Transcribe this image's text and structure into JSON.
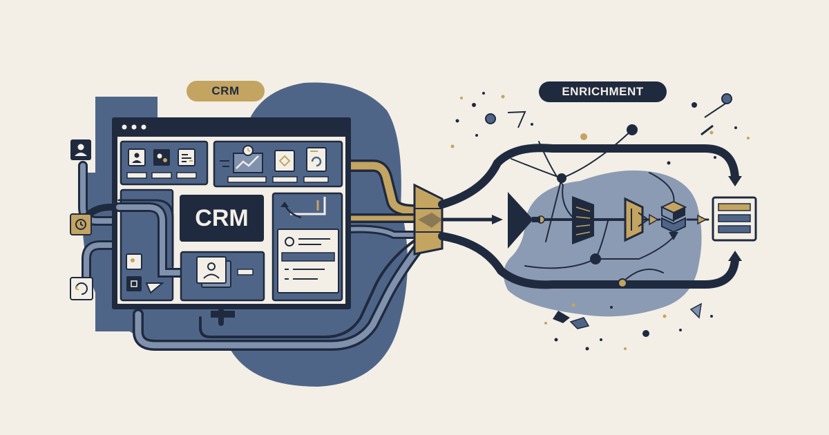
{
  "labels": {
    "crm_tag": "CRM",
    "enrichment_tag": "ENRICHMENT",
    "crm_center": "CRM"
  },
  "colors": {
    "background": "#f3efe6",
    "navy": "#1f2a3f",
    "slate_blue": "#4f6588",
    "light_slate": "#7f91ad",
    "gold": "#c4a461",
    "paper": "#f3efe6"
  },
  "icons": [
    "user-icon",
    "settings-icon",
    "clock-icon",
    "refresh-icon",
    "contact-card-icon",
    "chart-icon",
    "document-icon",
    "funnel-icon",
    "filter-icon",
    "stack-cube-icon",
    "output-list-icon",
    "merge-valve-icon"
  ]
}
